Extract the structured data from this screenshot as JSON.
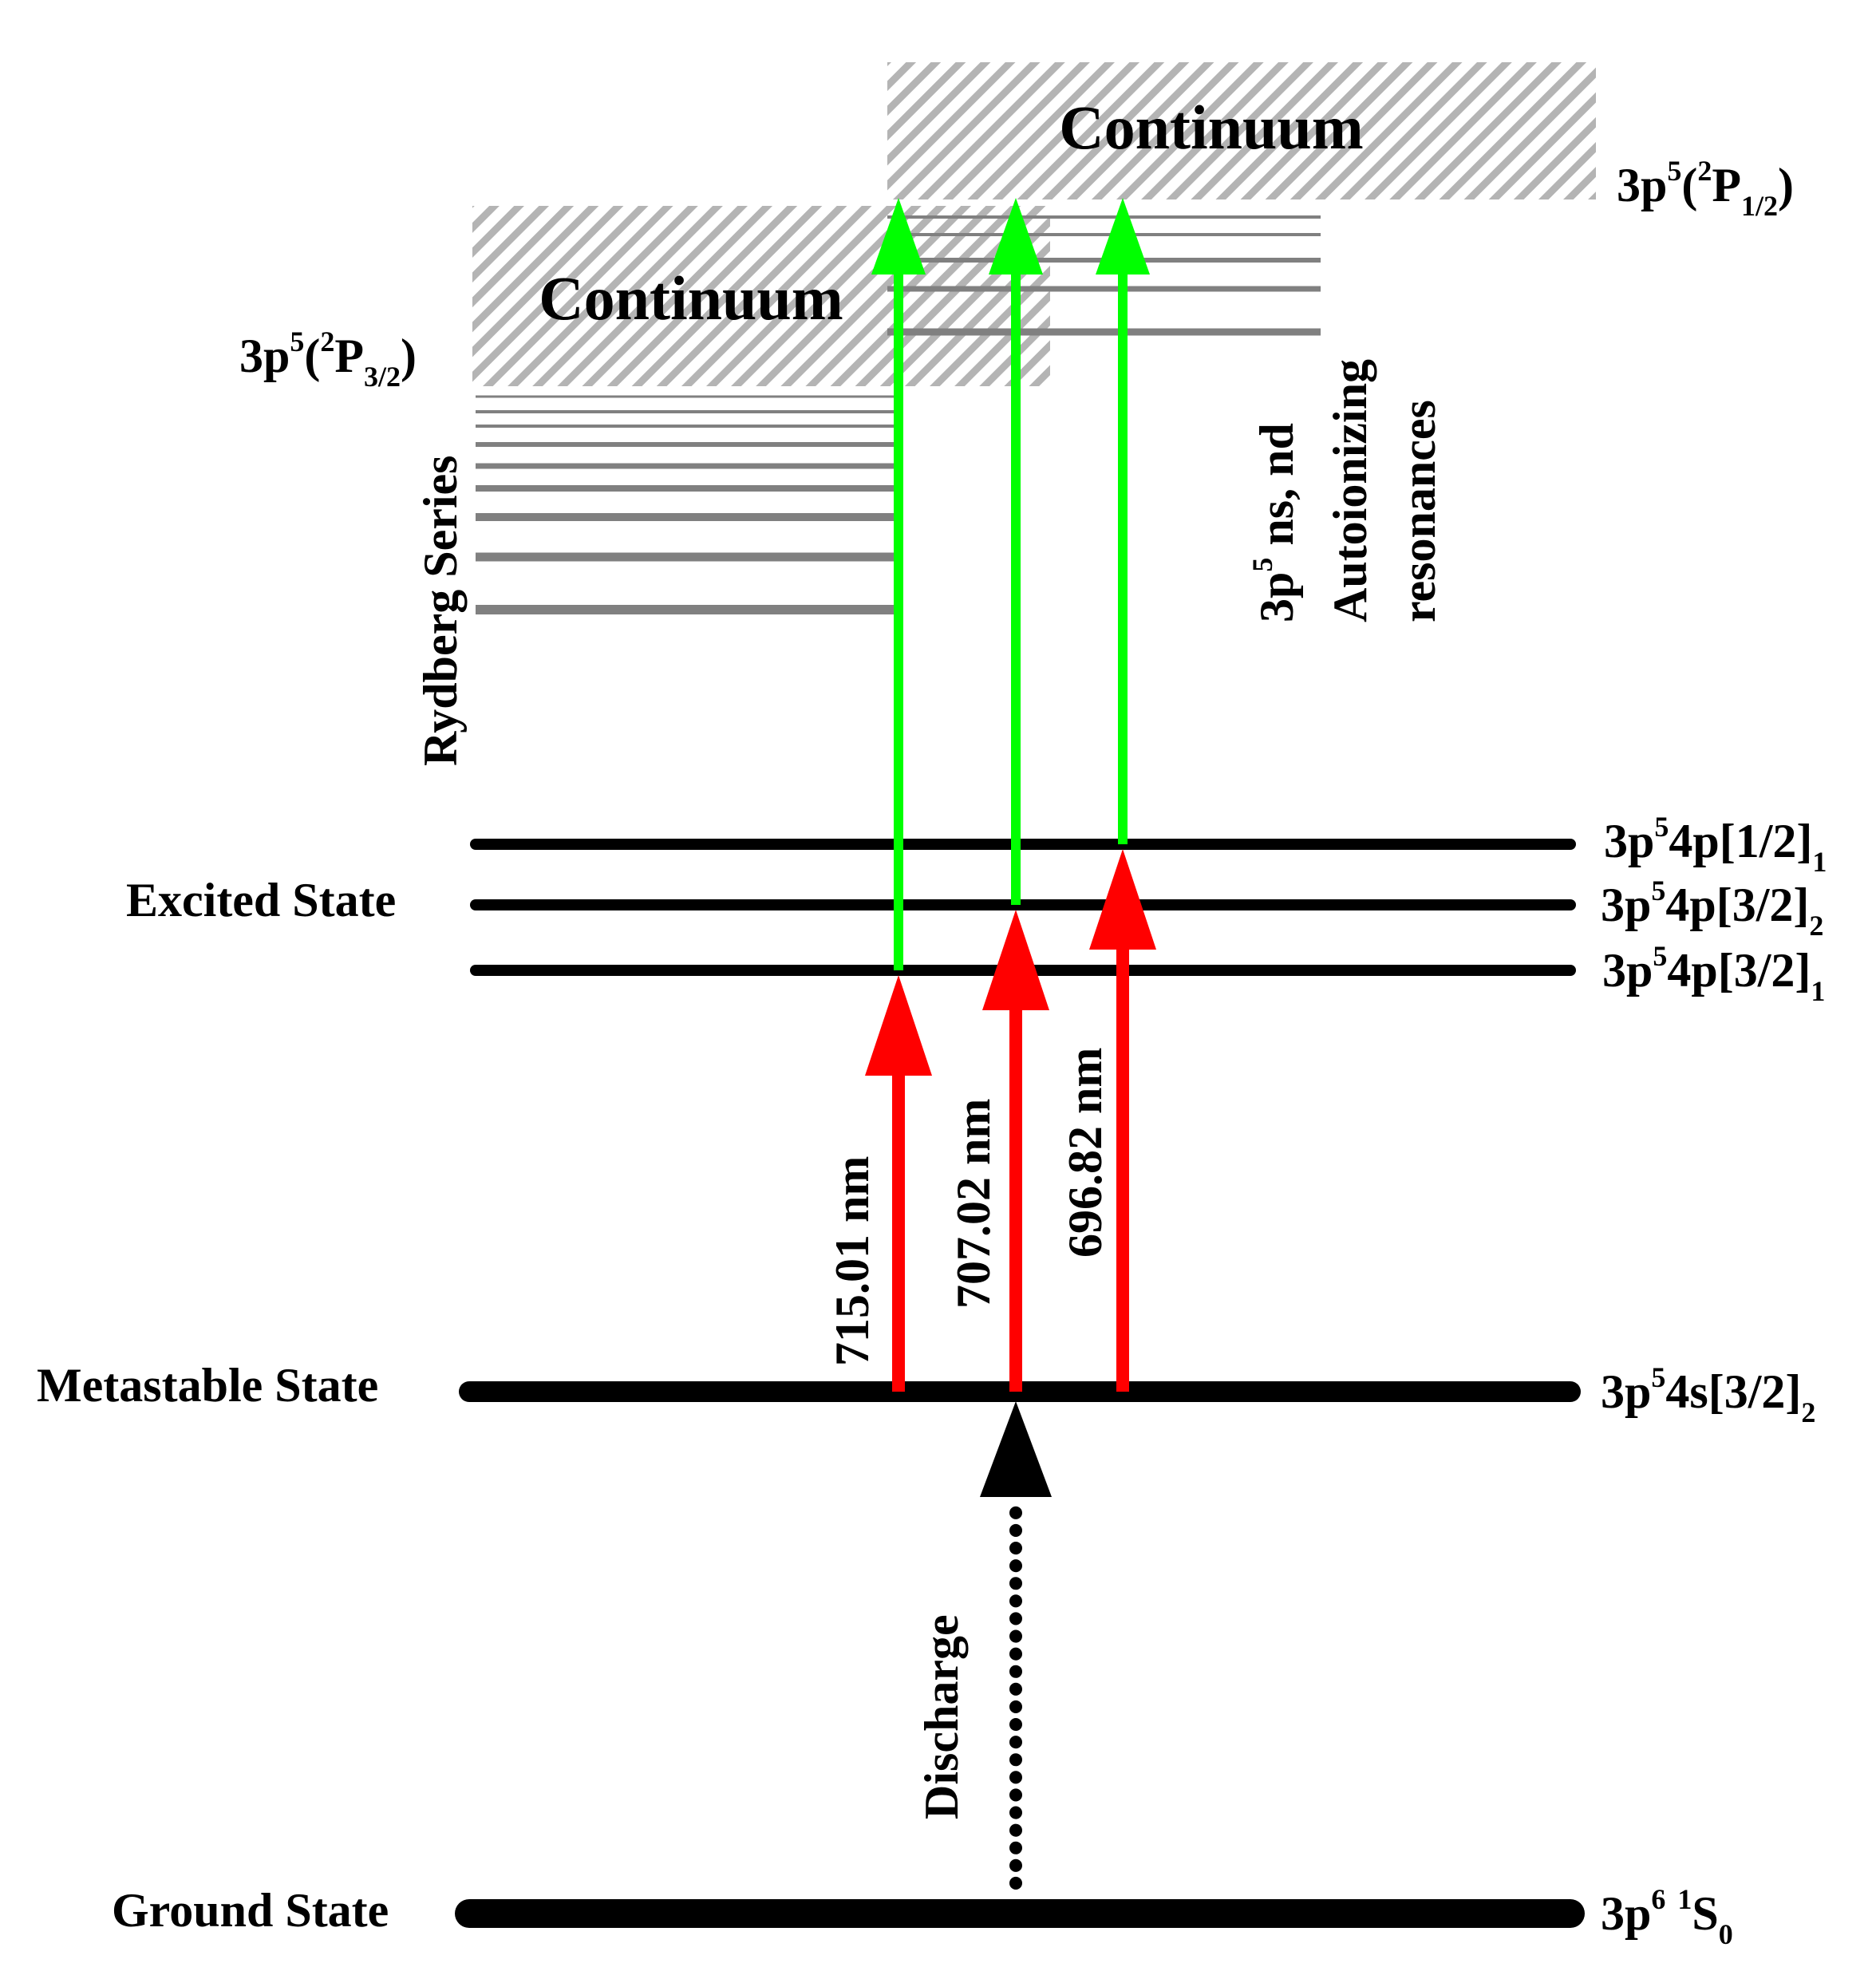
{
  "colors": {
    "level": "#000000",
    "rydberg": "#808080",
    "hatch": "#b4b4b4",
    "red_arrow": "#ff0000",
    "green_arrow": "#00ff00",
    "discharge_arrow": "#000000"
  },
  "continuum_upper": {
    "label": "Continuum",
    "limit_term": {
      "base": "3p",
      "sup1": "5",
      "open": "(",
      "sup2": "2",
      "letter": "P",
      "sub": "1/2",
      "close": ")"
    }
  },
  "continuum_lower": {
    "label": "Continuum",
    "limit_term": {
      "base": "3p",
      "sup1": "5",
      "open": "(",
      "sup2": "2",
      "letter": "P",
      "sub": "3/2",
      "close": ")"
    }
  },
  "rydberg_label": "Rydberg Series",
  "autoionizing": {
    "line1_base": "3p",
    "line1_sup": "5",
    "line1_rest": " ns, nd",
    "line2": "Autoionizing",
    "line3": "resonances"
  },
  "state_names": {
    "excited": "Excited State",
    "metastable": "Metastable State",
    "ground": "Ground State"
  },
  "levels": [
    {
      "id": "p1_2_1",
      "base": "3p",
      "sup": "5",
      "rest": "4p[1/2]",
      "sub": "1"
    },
    {
      "id": "p3_2_2",
      "base": "3p",
      "sup": "5",
      "rest": "4p[3/2]",
      "sub": "2"
    },
    {
      "id": "p3_2_1",
      "base": "3p",
      "sup": "5",
      "rest": "4p[3/2]",
      "sub": "1"
    },
    {
      "id": "s3_2_2",
      "base": "3p",
      "sup": "5",
      "rest": "4s[3/2]",
      "sub": "2"
    },
    {
      "id": "ground",
      "base": "3p",
      "sup": "6",
      "rest": " ",
      "sup2": "1",
      "letter": "S",
      "sub": "0"
    }
  ],
  "transitions": {
    "wl1": "715.01 nm",
    "wl2": "707.02 nm",
    "wl3": "696.82 nm",
    "discharge": "Discharge"
  }
}
